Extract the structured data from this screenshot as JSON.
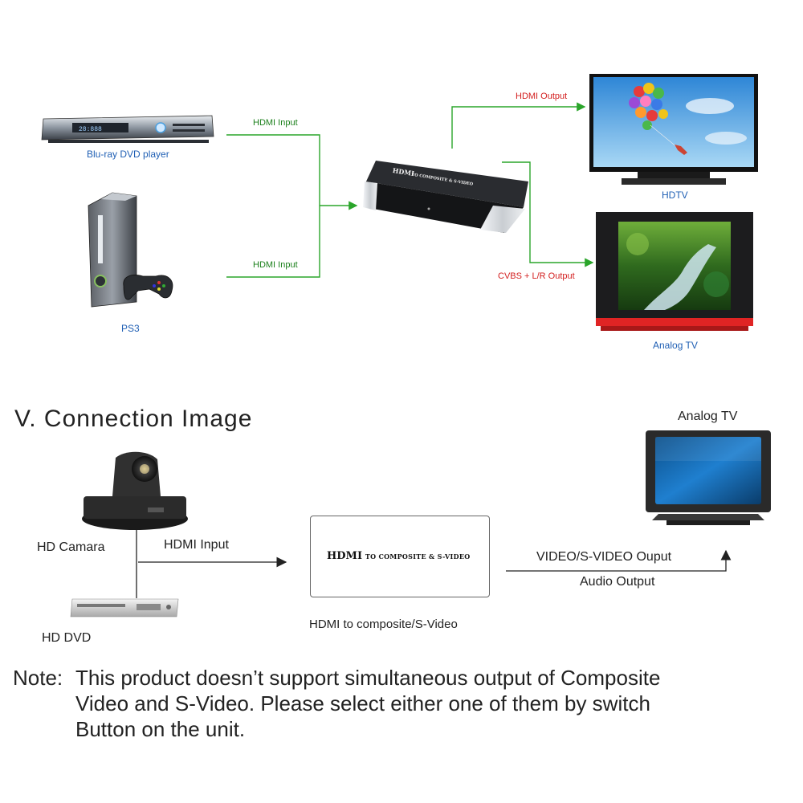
{
  "top": {
    "blu_ray_label": "Blu-ray DVD player",
    "ps3_label": "PS3",
    "hdmi_input_1": "HDMI Input",
    "hdmi_input_2": "HDMI Input",
    "hdmi_output": "HDMI  Output",
    "cvbs_output": "CVBS + L/R  Output",
    "hdtv_label": "HDTV",
    "analog_tv_label": "Analog TV",
    "device_face_main": "HDMI",
    "device_face_sub": "TO COMPOSITE & S-VIDEO",
    "dvd_display": "28:888"
  },
  "section": {
    "roman": "V",
    "title": ". Connection Image"
  },
  "bottom": {
    "camera_label": "HD Camara",
    "dvd_label": "HD DVD",
    "hdmi_input": "HDMI Input",
    "box_main": "HDMI",
    "box_sub": "TO COMPOSITE & S-VIDEO",
    "box_caption": "HDMI to composite/S-Video",
    "video_output": "VIDEO/S-VIDEO Ouput",
    "audio_output": "Audio Output",
    "analog_tv_label": "Analog TV"
  },
  "note": {
    "prefix": "Note:",
    "line1": "This product doesn’t support simultaneous output of Composite",
    "line2": "Video and S-Video. Please select either one of them by switch",
    "line3": "Button on the unit."
  },
  "colors": {
    "green_line": "#2aa52a",
    "red_label": "#d32020",
    "blue_label": "#1f5fb4",
    "black_line": "#222222"
  }
}
